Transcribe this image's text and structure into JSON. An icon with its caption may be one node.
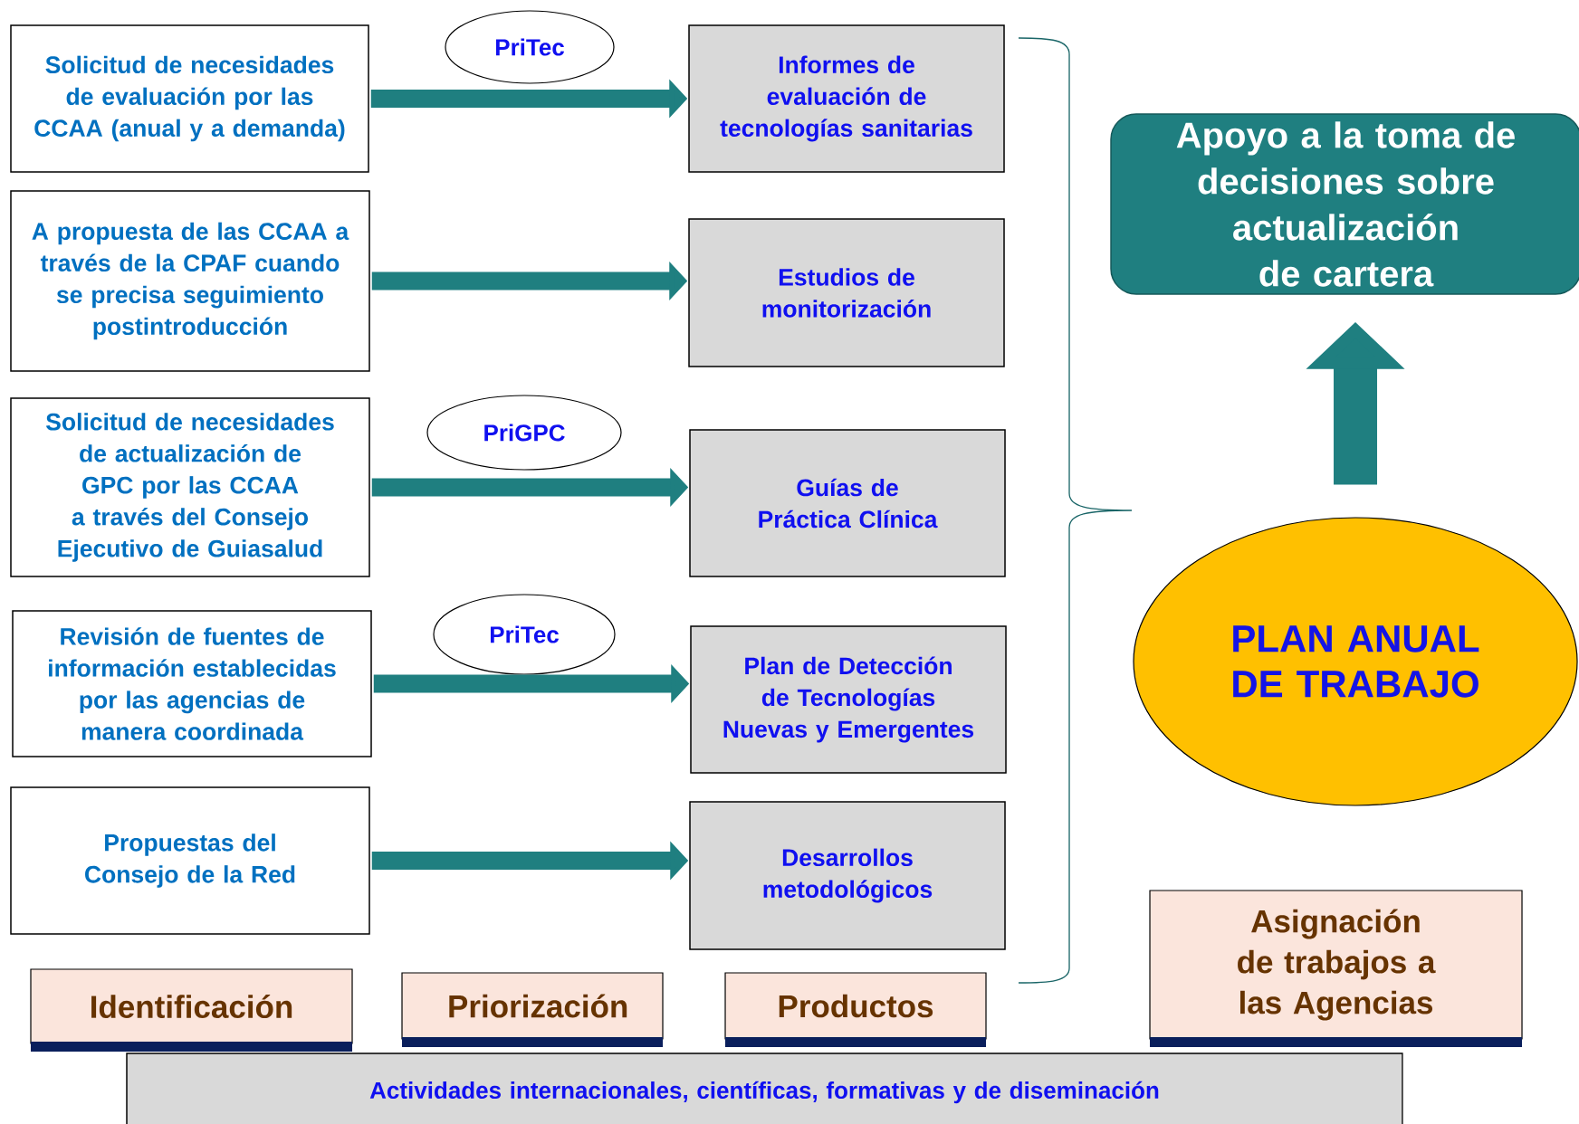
{
  "diagram": {
    "nodes": [
      {
        "text": [
          "Solicitud de necesidades de evaluación por las CCAA (anual y a demanda)"
        ]
      },
      {
        "text": [
          "A propuesta de las CCAA a través de la CPAF cuando se precisa seguimiento postintroducción"
        ]
      },
      {
        "text": [
          "Solicitud de necesidades de actualización de GPC por las CCAA  a través del Consejo Ejecutivo de Guiasalud"
        ]
      },
      {
        "text": [
          "Revisión de fuentes de información establecidas por las agencias de manera coordinada"
        ]
      },
      {
        "text": [
          "Propuestas del Consejo de la Red"
        ]
      },
      {
        "text": [
          "PriTec"
        ]
      },
      {
        "text": [
          "PriGPC"
        ]
      },
      {
        "text": [
          "PriTec"
        ]
      },
      {
        "text": [
          "Informes de evaluación de tecnologías sanitarias"
        ]
      },
      {
        "text": [
          "Estudios de monitorización"
        ]
      },
      {
        "text": [
          "Guías de Práctica Clínica"
        ]
      },
      {
        "text": [
          "Plan de Detección de Tecnologías Nuevas y Emergentes"
        ]
      },
      {
        "text": [
          "Desarrollos metodológicos"
        ]
      },
      {
        "text": [
          "Apoyo a la toma de decisiones sobre actualización de cartera"
        ]
      },
      {
        "text": [
          "PLAN ANUAL DE TRABAJO"
        ]
      },
      {
        "text": [
          "Identificación"
        ]
      },
      {
        "text": [
          "Priorización"
        ]
      },
      {
        "text": [
          "Productos"
        ]
      },
      {
        "text": [
          "Asignación de trabajos  a las Agencias"
        ]
      },
      {
        "text": [
          "Actividades internacionales, científicas, formativas y de diseminación"
        ]
      }
    ],
    "edges": [
      {
        "from": 0,
        "to": 8,
        "arrow": "to"
      },
      {
        "from": 1,
        "to": 9,
        "arrow": "to"
      },
      {
        "from": 2,
        "to": 10,
        "arrow": "to"
      },
      {
        "from": 3,
        "to": 11,
        "arrow": "to"
      },
      {
        "from": 4,
        "to": 12,
        "arrow": "to"
      },
      {
        "from": 14,
        "to": 13,
        "arrow": "to",
        "style": "thick"
      }
    ]
  }
}
